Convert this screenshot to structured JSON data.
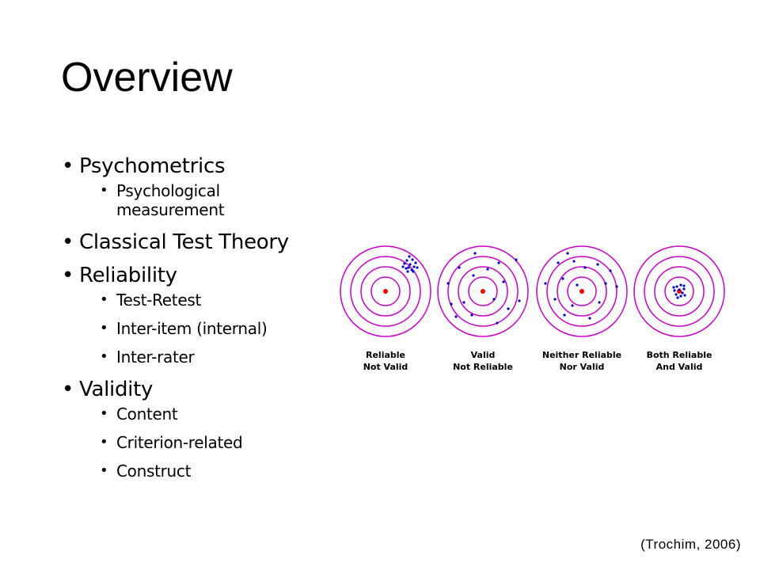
{
  "slide": {
    "title": "Overview",
    "citation": "(Trochim, 2006)"
  },
  "bullets": [
    {
      "label": "Psychometrics",
      "children": [
        "Psychological measurement"
      ]
    },
    {
      "label": "Classical Test Theory",
      "children": []
    },
    {
      "label": "Reliability",
      "children": [
        "Test-Retest",
        "Inter-item (internal)",
        "Inter-rater"
      ]
    },
    {
      "label": "Validity",
      "children": [
        "Content",
        "Criterion-related",
        "Construct"
      ]
    }
  ],
  "figure": {
    "ring_color": "#cc00cc",
    "center_color": "#ff0000",
    "dot_color": "#0000cc",
    "targets": [
      {
        "caption_line1": "Reliable",
        "caption_line2": "Not Valid"
      },
      {
        "caption_line1": "Valid",
        "caption_line2": "Not Reliable"
      },
      {
        "caption_line1": "Neither Reliable",
        "caption_line2": "Nor Valid"
      },
      {
        "caption_line1": "Both Reliable",
        "caption_line2": "And Valid"
      }
    ]
  }
}
